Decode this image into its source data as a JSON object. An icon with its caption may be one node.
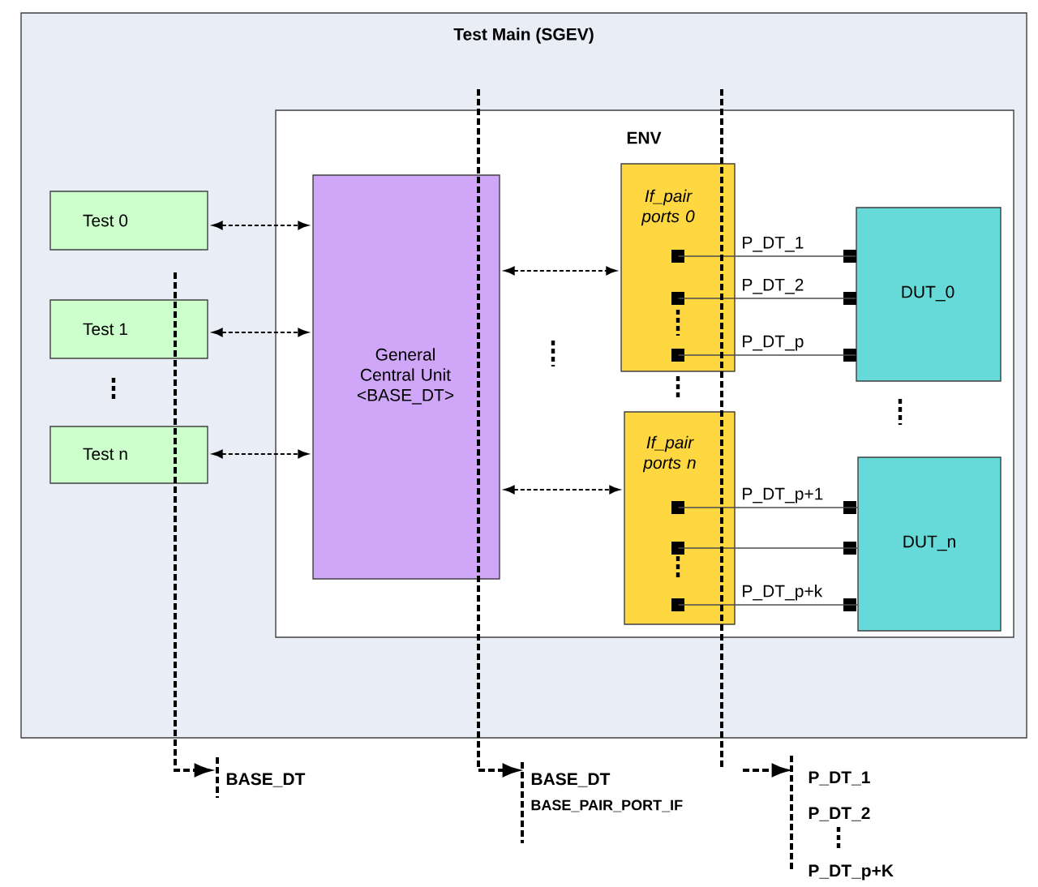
{
  "diagram": {
    "nodes": [
      {
        "text": [
          "Test Main (SGEV)"
        ]
      },
      {
        "text": [
          "ENV"
        ],
        "in": 0
      },
      {
        "text": [
          "Test 0"
        ],
        "in": 0
      },
      {
        "text": [
          "Test 1"
        ],
        "in": 0
      },
      {
        "text": [
          "Test n"
        ],
        "in": 0
      },
      {
        "text": [
          "General Central Unit <BASE_DT>"
        ],
        "in": 1
      },
      {
        "text": [
          "If_pair ports 0"
        ],
        "in": 1
      },
      {
        "text": [
          "If_pair ports n"
        ],
        "in": 1
      },
      {
        "text": [
          "DUT_0"
        ],
        "in": 1
      },
      {
        "text": [
          "DUT_n"
        ],
        "in": 1
      },
      {
        "text": [
          "BASE_DT"
        ]
      },
      {
        "text": [
          "BASE_DT",
          "BASE_PAIR_PORT_IF"
        ]
      },
      {
        "text": [
          "P_DT_1",
          "P_DT_2",
          "P_DT_p+K"
        ]
      }
    ],
    "edges": [
      {
        "from": 2,
        "to": 5,
        "arrow": "both",
        "style": "dashed"
      },
      {
        "from": 3,
        "to": 5,
        "arrow": "both",
        "style": "dashed"
      },
      {
        "from": 4,
        "to": 5,
        "arrow": "both",
        "style": "dashed"
      },
      {
        "from": 5,
        "to": 6,
        "arrow": "both",
        "style": "dashed"
      },
      {
        "from": 5,
        "to": 7,
        "arrow": "both",
        "style": "dashed"
      },
      {
        "from": 6,
        "to": 8,
        "arrow": "none",
        "label": "P_DT_1"
      },
      {
        "from": 6,
        "to": 8,
        "arrow": "none",
        "label": "P_DT_2"
      },
      {
        "from": 6,
        "to": 8,
        "arrow": "none",
        "label": "P_DT_p"
      },
      {
        "from": 7,
        "to": 9,
        "arrow": "none",
        "label": "P_DT_p+1"
      },
      {
        "from": 7,
        "to": 9,
        "arrow": "none"
      },
      {
        "from": 7,
        "to": 9,
        "arrow": "none",
        "label": "P_DT_p+k"
      },
      {
        "from": null,
        "to": 10,
        "arrow": "to",
        "style": "dashed"
      },
      {
        "from": null,
        "to": 11,
        "arrow": "to",
        "style": "dashed"
      },
      {
        "from": null,
        "to": 12,
        "arrow": "to",
        "style": "dashed"
      }
    ]
  }
}
